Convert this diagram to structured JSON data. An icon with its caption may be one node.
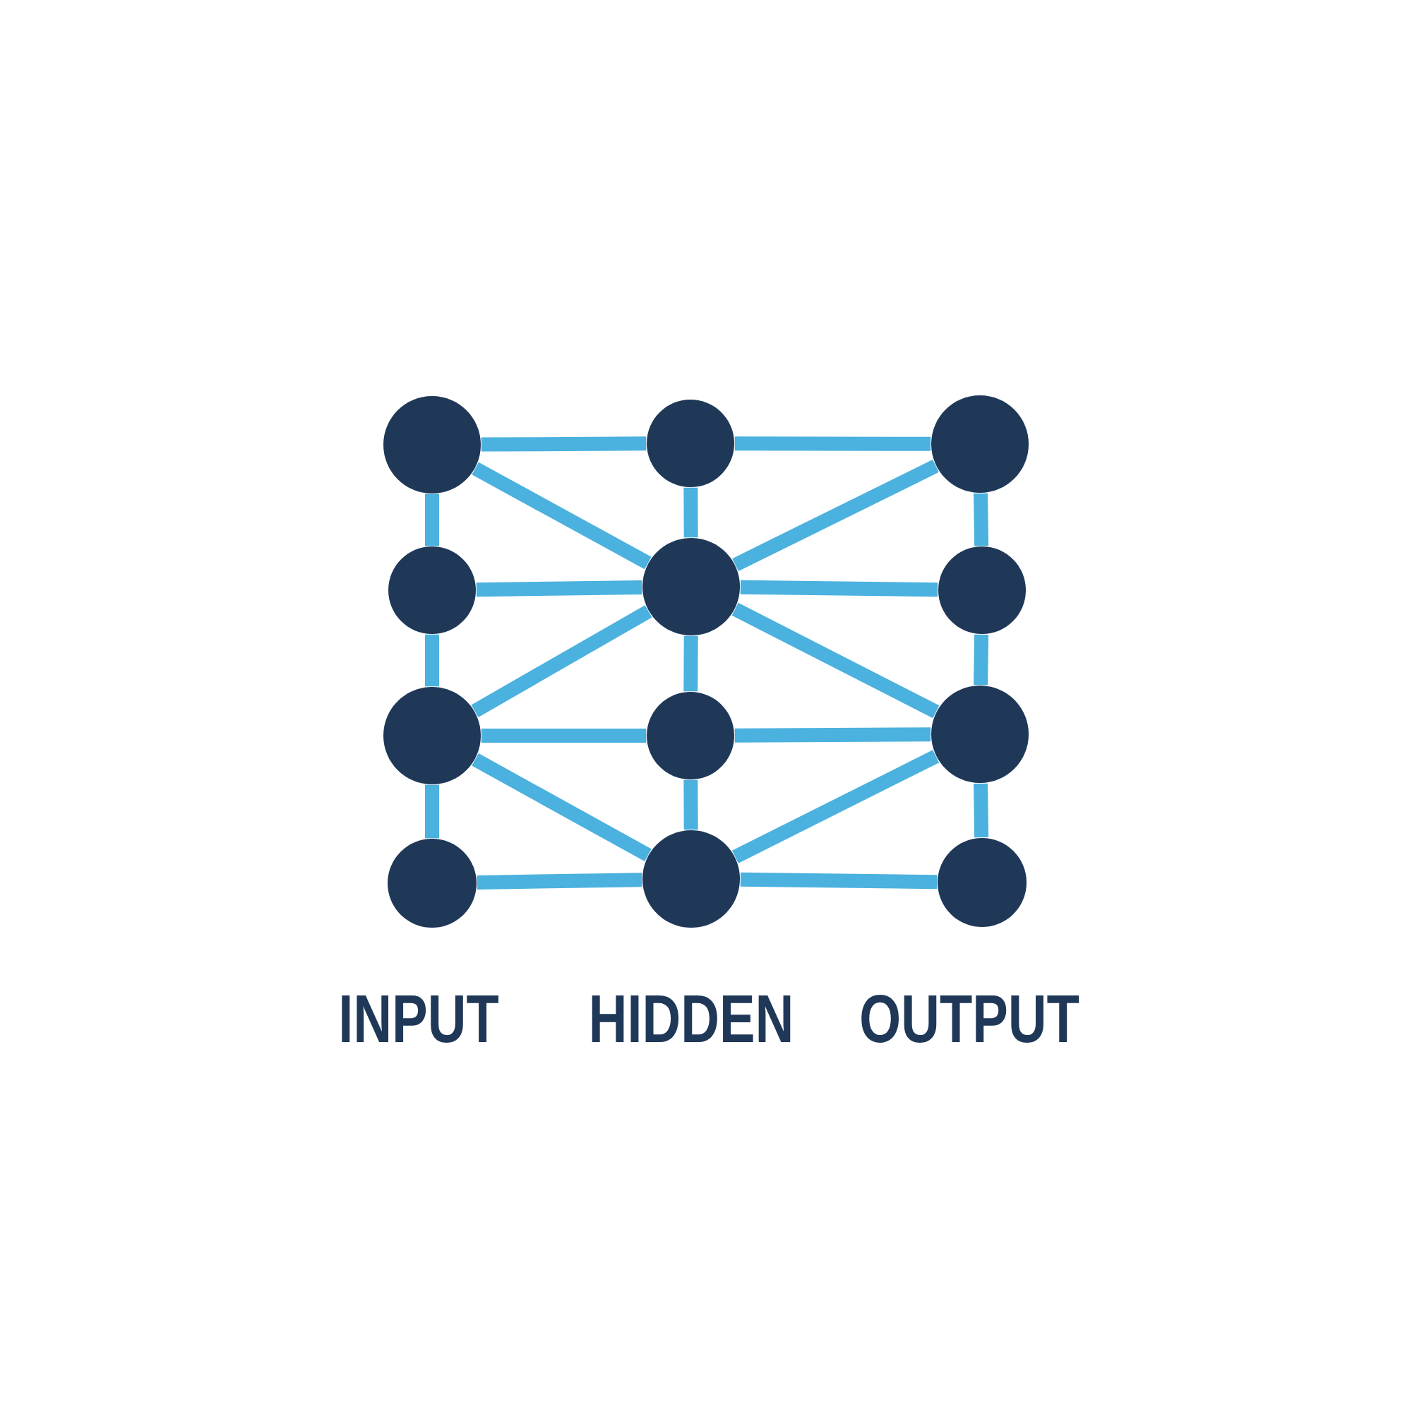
{
  "diagram": {
    "nodes": [
      {
        "text": [],
        "shape": "circle"
      },
      {
        "text": [],
        "shape": "circle"
      },
      {
        "text": [],
        "shape": "circle"
      },
      {
        "text": [],
        "shape": "circle"
      },
      {
        "text": [],
        "shape": "circle"
      },
      {
        "text": [],
        "shape": "circle"
      },
      {
        "text": [],
        "shape": "circle"
      },
      {
        "text": [],
        "shape": "circle"
      },
      {
        "text": [],
        "shape": "circle"
      },
      {
        "text": [],
        "shape": "circle"
      },
      {
        "text": [],
        "shape": "circle"
      },
      {
        "text": [],
        "shape": "circle"
      }
    ],
    "edges": [
      {
        "from": 0,
        "to": 1,
        "arrow": "none"
      },
      {
        "from": 1,
        "to": 2,
        "arrow": "none"
      },
      {
        "from": 3,
        "to": 4,
        "arrow": "none"
      },
      {
        "from": 4,
        "to": 5,
        "arrow": "none"
      },
      {
        "from": 6,
        "to": 7,
        "arrow": "none"
      },
      {
        "from": 7,
        "to": 8,
        "arrow": "none"
      },
      {
        "from": 9,
        "to": 10,
        "arrow": "none"
      },
      {
        "from": 10,
        "to": 11,
        "arrow": "none"
      },
      {
        "from": 0,
        "to": 3,
        "arrow": "none"
      },
      {
        "from": 3,
        "to": 6,
        "arrow": "none"
      },
      {
        "from": 6,
        "to": 9,
        "arrow": "none"
      },
      {
        "from": 1,
        "to": 4,
        "arrow": "none"
      },
      {
        "from": 4,
        "to": 7,
        "arrow": "none"
      },
      {
        "from": 7,
        "to": 10,
        "arrow": "none"
      },
      {
        "from": 2,
        "to": 5,
        "arrow": "none"
      },
      {
        "from": 5,
        "to": 8,
        "arrow": "none"
      },
      {
        "from": 8,
        "to": 11,
        "arrow": "none"
      },
      {
        "from": 0,
        "to": 4,
        "arrow": "none"
      },
      {
        "from": 2,
        "to": 4,
        "arrow": "none"
      },
      {
        "from": 6,
        "to": 4,
        "arrow": "none"
      },
      {
        "from": 8,
        "to": 4,
        "arrow": "none"
      },
      {
        "from": 6,
        "to": 10,
        "arrow": "none"
      },
      {
        "from": 8,
        "to": 10,
        "arrow": "none"
      }
    ],
    "labels": [
      "INPUT",
      "HIDDEN",
      "OUTPUT"
    ]
  }
}
